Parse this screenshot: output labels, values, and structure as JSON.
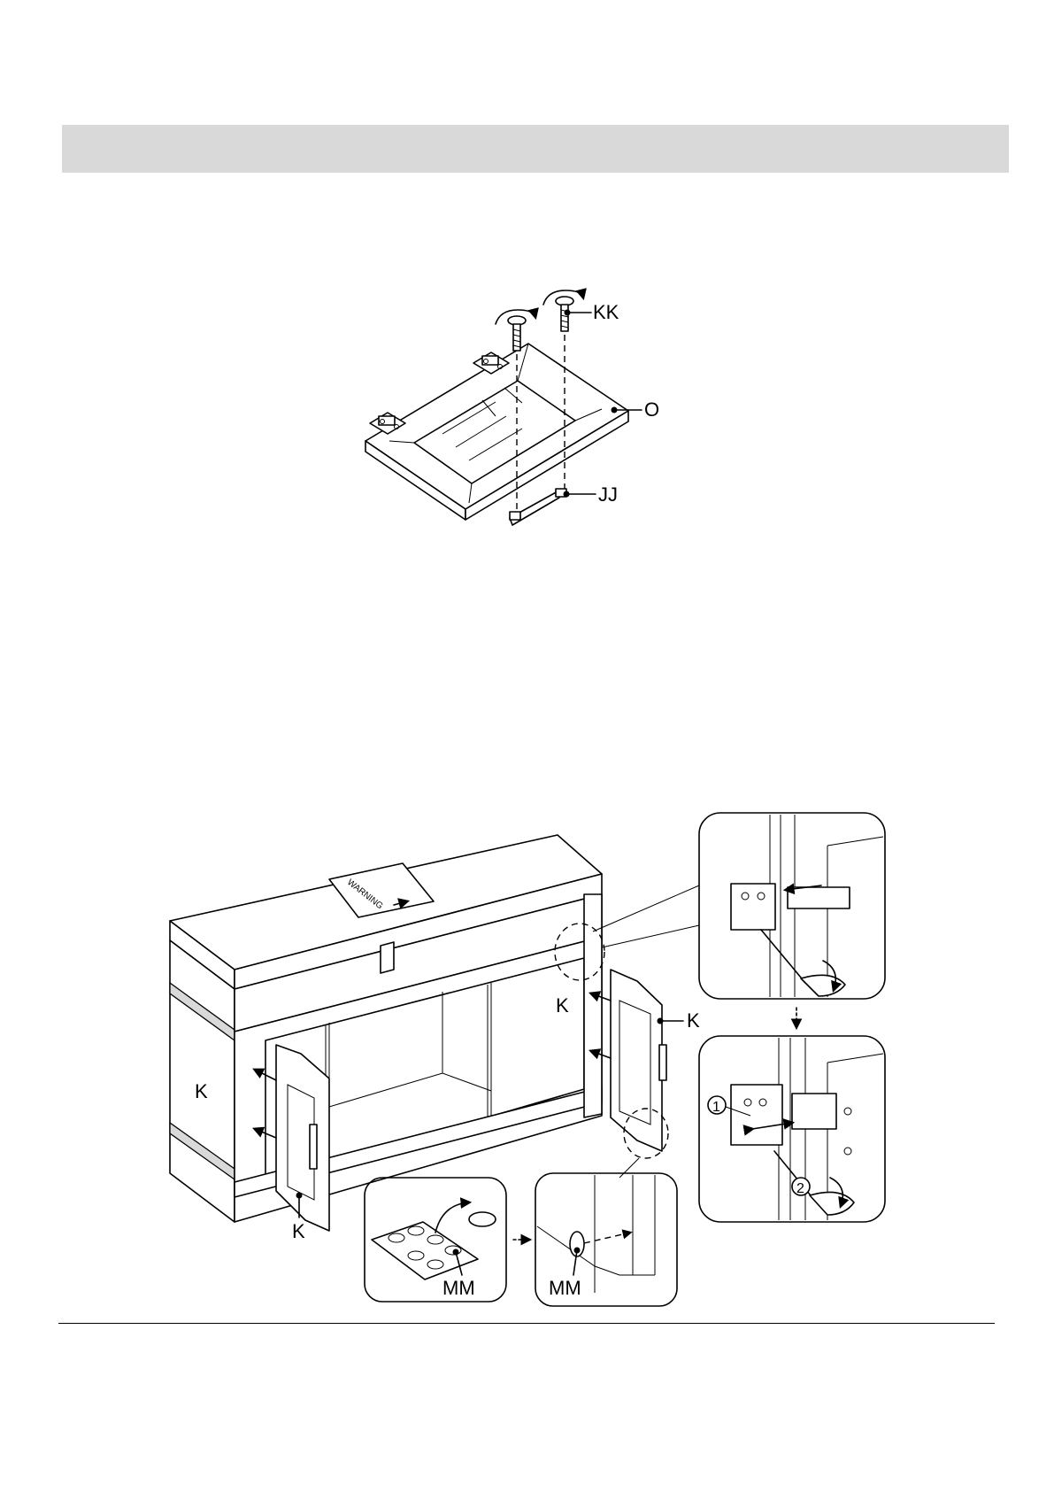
{
  "header_band_color": "#d9d9d9",
  "step1": {
    "labels": {
      "screw": "KK",
      "door": "O",
      "handle": "JJ"
    }
  },
  "step2": {
    "labels": {
      "side_panel": "K",
      "left_door": "K",
      "right_door": "K",
      "inner_panel": "K",
      "cover_caps_sheet": "MM",
      "cover_cap": "MM",
      "callout_step_1": "1",
      "callout_step_2": "2"
    },
    "warning_label_text": "WARNING"
  }
}
